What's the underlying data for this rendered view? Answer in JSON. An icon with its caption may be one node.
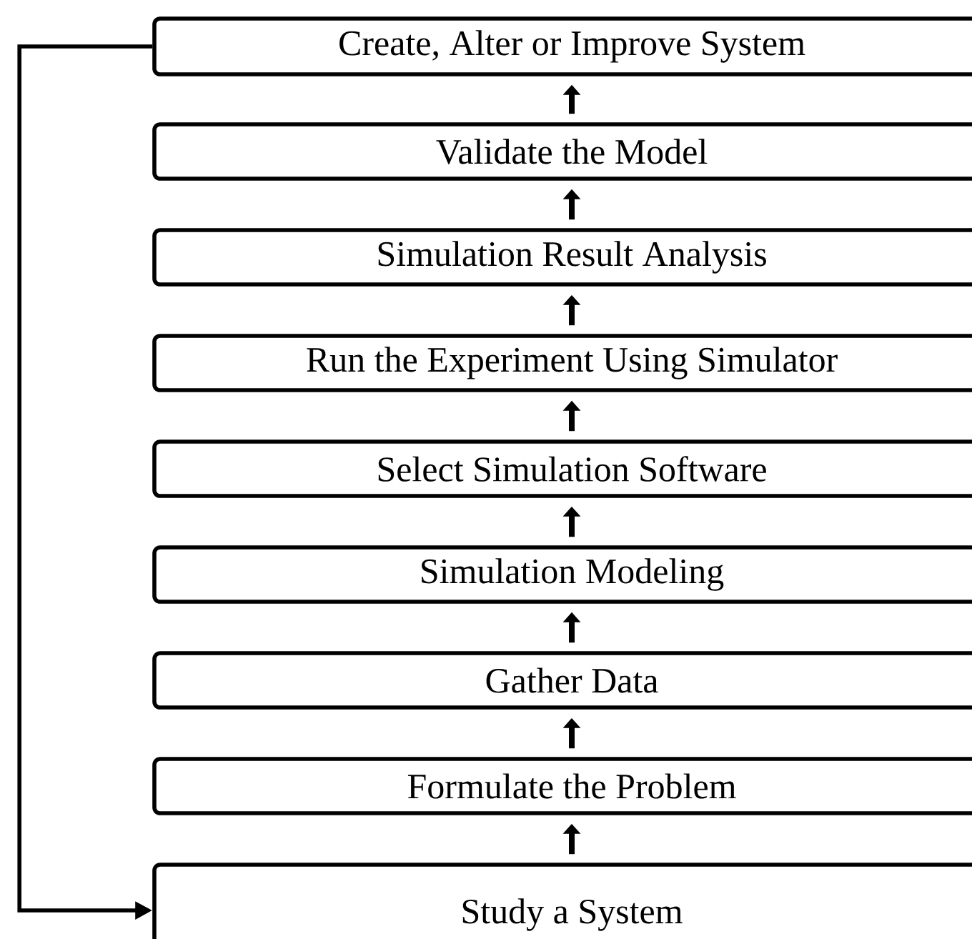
{
  "diagram": {
    "nodes": [
      {
        "text": [
          "Create, Alter or Improve System"
        ]
      },
      {
        "text": [
          "Validate the Model"
        ]
      },
      {
        "text": [
          "Simulation Result Analysis"
        ]
      },
      {
        "text": [
          "Run the Experiment Using Simulator"
        ]
      },
      {
        "text": [
          "Select Simulation Software"
        ]
      },
      {
        "text": [
          "Simulation Modeling"
        ]
      },
      {
        "text": [
          "Gather Data"
        ]
      },
      {
        "text": [
          "Formulate the Problem"
        ]
      },
      {
        "text": [
          "Study a System"
        ]
      }
    ],
    "edges": [
      {
        "from": 8,
        "to": 7,
        "arrow": "to"
      },
      {
        "from": 7,
        "to": 6,
        "arrow": "to"
      },
      {
        "from": 6,
        "to": 5,
        "arrow": "to"
      },
      {
        "from": 5,
        "to": 4,
        "arrow": "to"
      },
      {
        "from": 4,
        "to": 3,
        "arrow": "to"
      },
      {
        "from": 3,
        "to": 2,
        "arrow": "to"
      },
      {
        "from": 2,
        "to": 1,
        "arrow": "to"
      },
      {
        "from": 1,
        "to": 0,
        "arrow": "to"
      },
      {
        "from": 0,
        "to": 8,
        "arrow": "to"
      }
    ]
  }
}
